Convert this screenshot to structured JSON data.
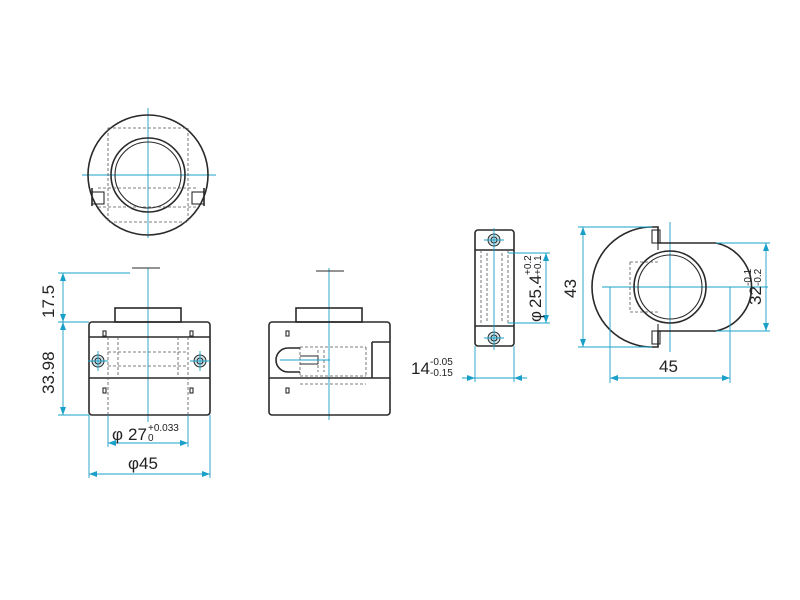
{
  "colors": {
    "outline": "#2a2a2a",
    "centerline": "#1aa0c8",
    "hole_fill": "#cfe4ea",
    "background": "#ffffff"
  },
  "dimensions": {
    "height_upper": "17.5",
    "height_lower": "33.98",
    "bore_symbol": "φ",
    "bore_value": "27",
    "bore_tol_upper": "+0.033",
    "bore_tol_lower": "0",
    "outer_diameter": "φ45",
    "shaft_dia_symbol": "φ",
    "shaft_dia_value": "25.4",
    "shaft_tol_upper": "+0.2",
    "shaft_tol_lower": "+0.1",
    "thickness_value": "14",
    "thickness_tol_upper": "-0.05",
    "thickness_tol_lower": "-0.15",
    "clamp_height": "43",
    "slot_width_value": "32",
    "slot_tol_upper": "-0.1",
    "slot_tol_lower": "-0.2",
    "clamp_width": "45"
  }
}
